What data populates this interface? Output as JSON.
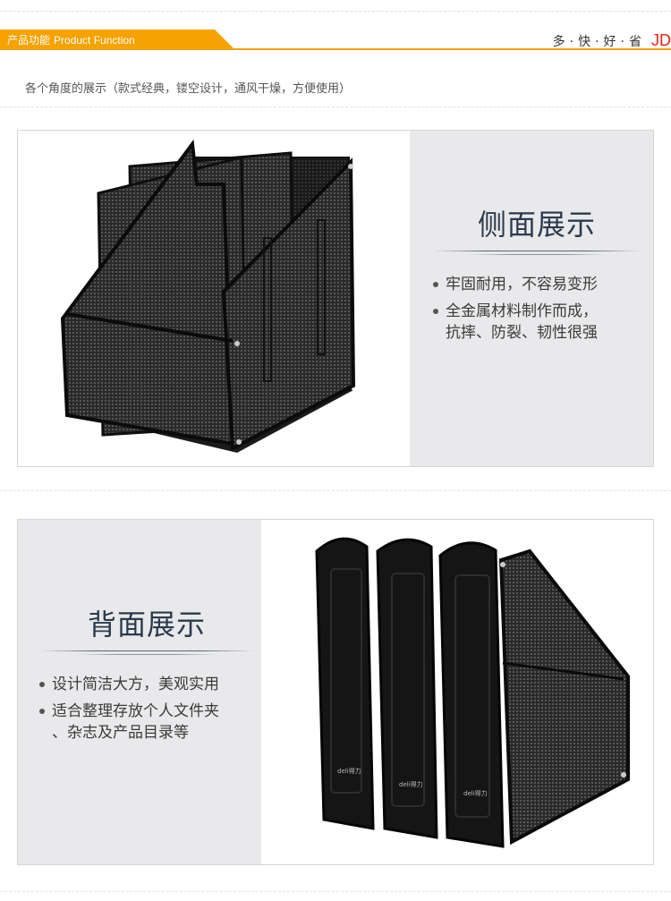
{
  "header": {
    "title_cn": "产品功能",
    "title_en": "Product Function",
    "slogan": "多·快·好·省",
    "brand": "JD"
  },
  "intro": "各个角度的展示（款式经典，镂空设计，通风干燥，方便使用）",
  "panels": [
    {
      "heading": "侧面展示",
      "bullets": [
        "牢固耐用，不容易变形",
        "全金属材料制作而成，\n抗摔、防裂、韧性很强"
      ]
    },
    {
      "heading": "背面展示",
      "bullets": [
        "设计简洁大方，美观实用",
        "适合整理存放个人文件夹\n、杂志及产品目录等"
      ]
    }
  ],
  "product_labels": [
    "deli得力",
    "deli得力",
    "deli得力"
  ],
  "colors": {
    "accent": "#f6a200",
    "brand": "#e1251b",
    "heading": "#2b3a4d",
    "panel_bg": "#e9e9eb"
  }
}
